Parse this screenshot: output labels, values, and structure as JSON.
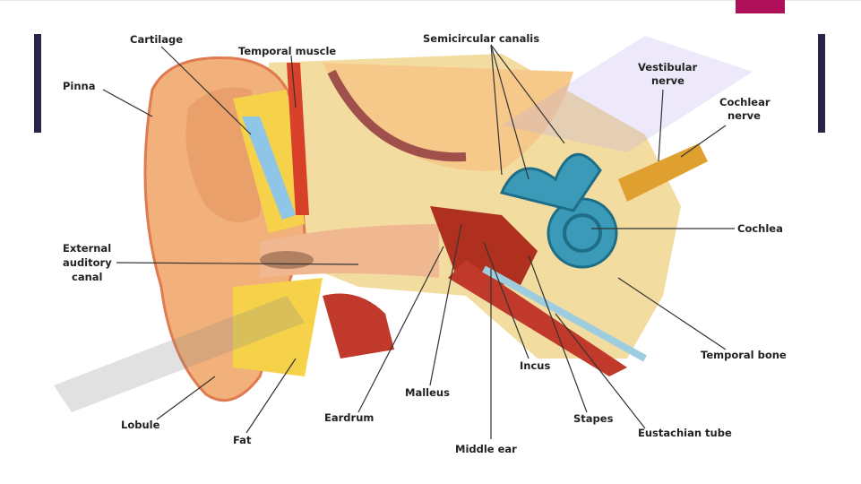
{
  "diagram": {
    "title": "Anatomy of the ear",
    "labels": {
      "cartilage": "Cartilage",
      "temporal_muscle": "Temporal muscle",
      "semicircular": "Semicircular canalis",
      "vestibular1": "Vestibular",
      "vestibular2": "nerve",
      "cochlear1": "Cochlear",
      "cochlear2": "nerve",
      "pinna": "Pinna",
      "cochlea": "Cochlea",
      "canal1": "External",
      "canal2": "auditory",
      "canal3": "canal",
      "temporal_bone": "Temporal bone",
      "lobule": "Lobule",
      "fat": "Fat",
      "eardrum": "Eardrum",
      "malleus": "Malleus",
      "incus": "Incus",
      "stapes": "Stapes",
      "eustachian": "Eustachian tube",
      "middle_ear": "Middle ear"
    },
    "colors": {
      "accent": "#b0105a",
      "side_bar": "#2a2447",
      "skin": "#f2b07a",
      "bone": "#f3dca0",
      "cochlea": "#3a9ab8"
    }
  }
}
